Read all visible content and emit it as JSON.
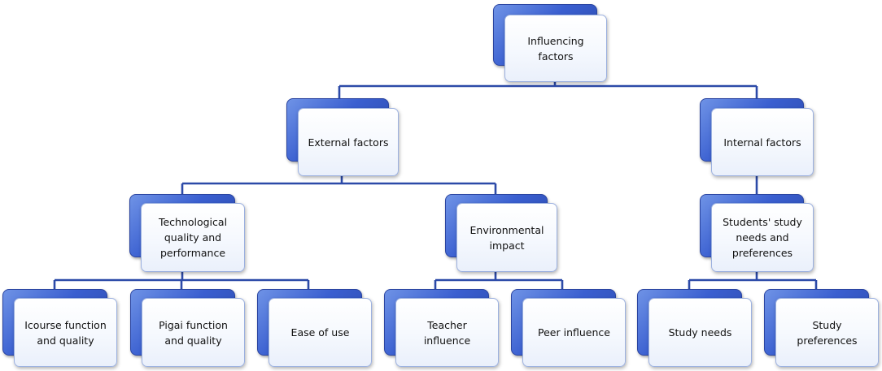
{
  "colors": {
    "connector": "#2c4aa8",
    "node_shadow_blue": "#3a5fd0",
    "node_face": "#f6f9fe",
    "text": "#111111"
  },
  "nodes": {
    "root": "Influencing factors",
    "external": "External factors",
    "internal": "Internal factors",
    "technological": "Technological quality and performance",
    "environmental": "Environmental impact",
    "students_needs": "Students' study needs and preferences",
    "icourse": "Icourse function and quality",
    "pigai": "Pigai function and quality",
    "ease": "Ease of use",
    "teacher": "Teacher influence",
    "peer": "Peer influence",
    "study_needs": "Study needs",
    "study_prefs": "Study preferences"
  }
}
